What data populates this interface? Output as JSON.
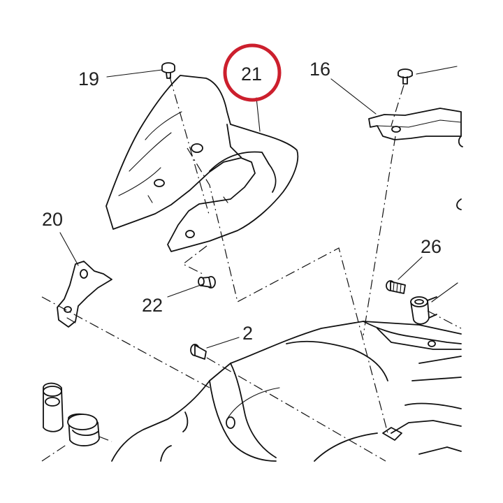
{
  "callouts": [
    {
      "id": "19",
      "label": "19"
    },
    {
      "id": "21",
      "label": "21"
    },
    {
      "id": "16",
      "label": "16"
    },
    {
      "id": "20",
      "label": "20"
    },
    {
      "id": "26",
      "label": "26"
    },
    {
      "id": "22",
      "label": "22"
    },
    {
      "id": "2",
      "label": "2"
    }
  ],
  "highlight": {
    "label": "21",
    "color": "#cc1f2d"
  },
  "colors": {
    "line": "#111111",
    "label": "#222222",
    "background": "#ffffff"
  }
}
